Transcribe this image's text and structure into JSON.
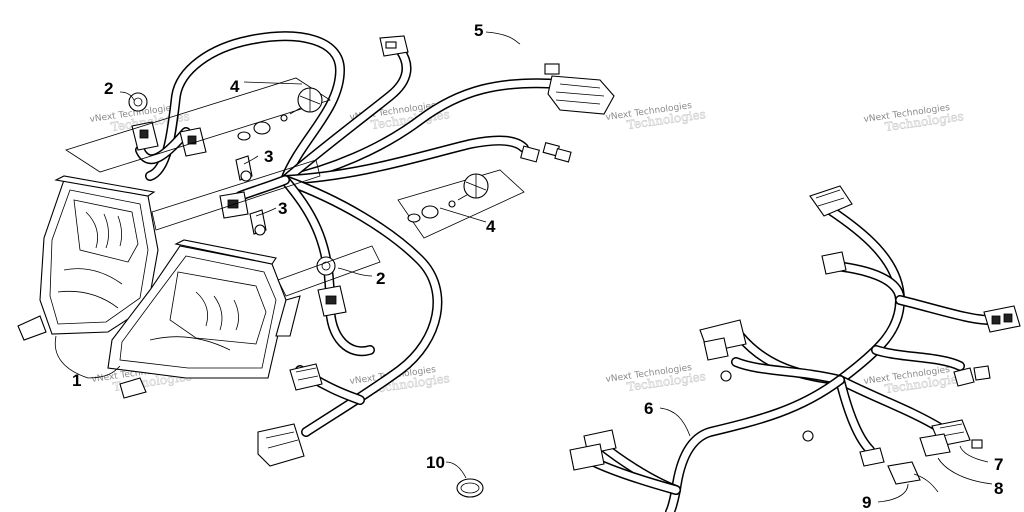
{
  "diagram": {
    "callouts": {
      "c1": "1",
      "c2a": "2",
      "c2b": "2",
      "c3a": "3",
      "c3b": "3",
      "c4a": "4",
      "c4b": "4",
      "c5": "5",
      "c6": "6",
      "c7": "7",
      "c8": "8",
      "c9": "9",
      "c10": "10"
    },
    "watermark": {
      "text": "vNext Technologies",
      "outline_text": "Technologies"
    }
  }
}
